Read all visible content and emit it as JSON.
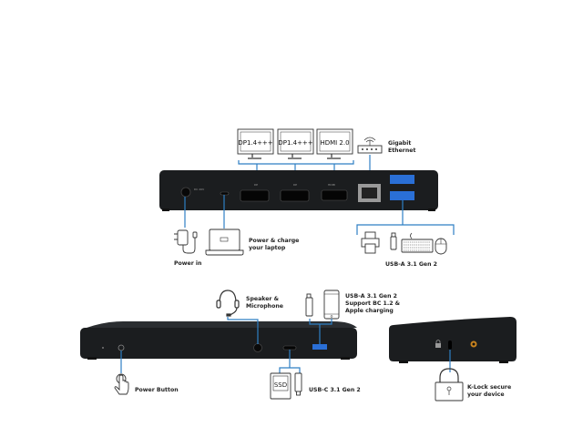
{
  "monitors": [
    "DP1.4+++",
    "DP1.4+++",
    "HDMI 2.0"
  ],
  "rear_port_labels": {
    "dc": "DC 20V",
    "dp": "DP",
    "hdmi": "HDMI"
  },
  "labels": {
    "ethernet": [
      "Gigabit",
      "Ethernet"
    ],
    "power_in": "Power in",
    "laptop": [
      "Power & charge",
      "your laptop"
    ],
    "usb_a_rear": "USB-A 3.1 Gen 2",
    "speaker": [
      "Speaker &",
      "Microphone"
    ],
    "usb_a_front": [
      "USB-A 3.1 Gen 2",
      "Support BC 1.2 &",
      "Apple charging"
    ],
    "power_button": "Power Button",
    "usb_c": "USB-C 3.1 Gen 2",
    "ssd": "SSD",
    "klock": [
      "K-Lock secure",
      "your device"
    ]
  },
  "colors": {
    "accent": "#2e7fc4",
    "dock": "#1b1d1f",
    "usb_port": "#2a6fd6"
  }
}
